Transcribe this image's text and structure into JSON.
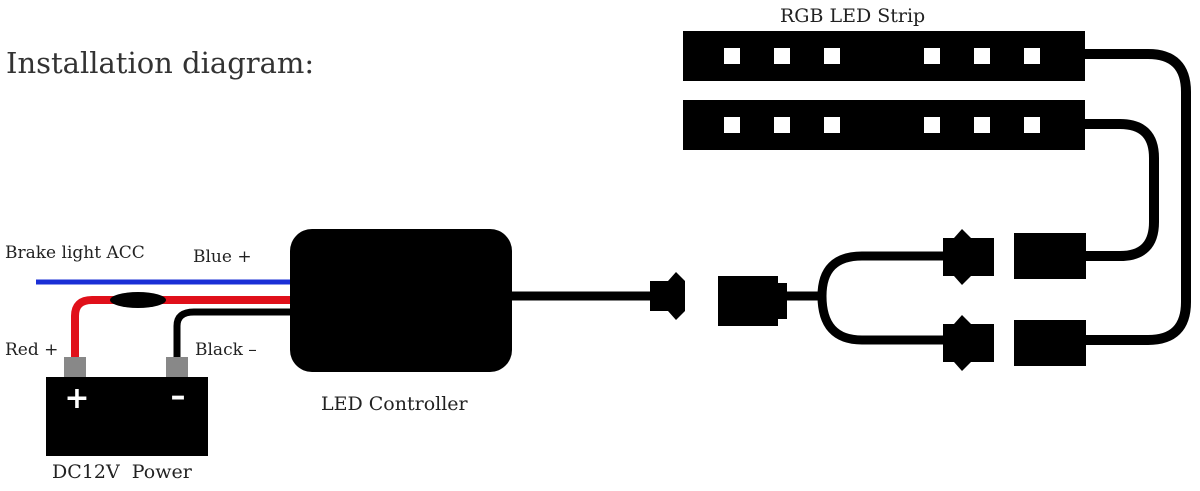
{
  "diagram": {
    "title": "Installation diagram:",
    "labels": {
      "strip": "RGB LED Strip",
      "acc": "Brake light ACC",
      "blue": "Blue +",
      "red": "Red +",
      "black": "Black –",
      "controller": "LED Controller",
      "power": "DC12V  Power",
      "plus": "+",
      "minus": "–"
    },
    "colors": {
      "wire_blue": "#1a2fd6",
      "wire_red": "#e0101a",
      "body": "#000000",
      "terminal": "#888888",
      "led": "#ffffff"
    }
  }
}
